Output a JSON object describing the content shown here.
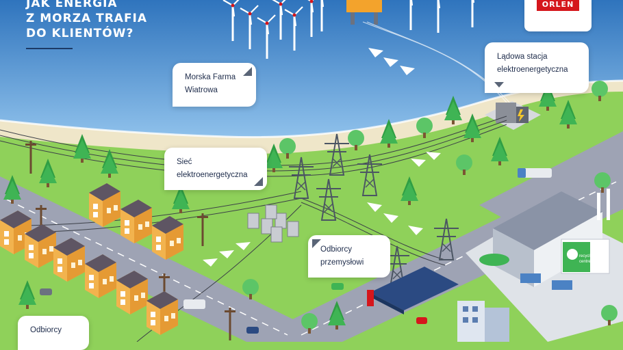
{
  "title_lines": [
    "Jak energia",
    "z morza trafia",
    "do klientów?"
  ],
  "brand": {
    "name": "ORLEN",
    "color": "#d5161c"
  },
  "callouts": {
    "farm": [
      "Morska Farma",
      "Wiatrowa"
    ],
    "station": [
      "Lądowa stacja",
      "elektroenergetyczna"
    ],
    "grid": [
      "Sieć",
      "elektroenergetyczna"
    ],
    "industrial": [
      "Odbiorcy",
      "przemysłowi"
    ],
    "residential": [
      "Odbiorcy"
    ]
  },
  "signs": {
    "recycling": [
      "recycling",
      "centre"
    ]
  },
  "colors": {
    "sea": "#4d93d2",
    "beach": "#efe6c9",
    "grass": "#8fd15a",
    "road": "#9ea3b4",
    "text_dark": "#1d2b4a"
  }
}
